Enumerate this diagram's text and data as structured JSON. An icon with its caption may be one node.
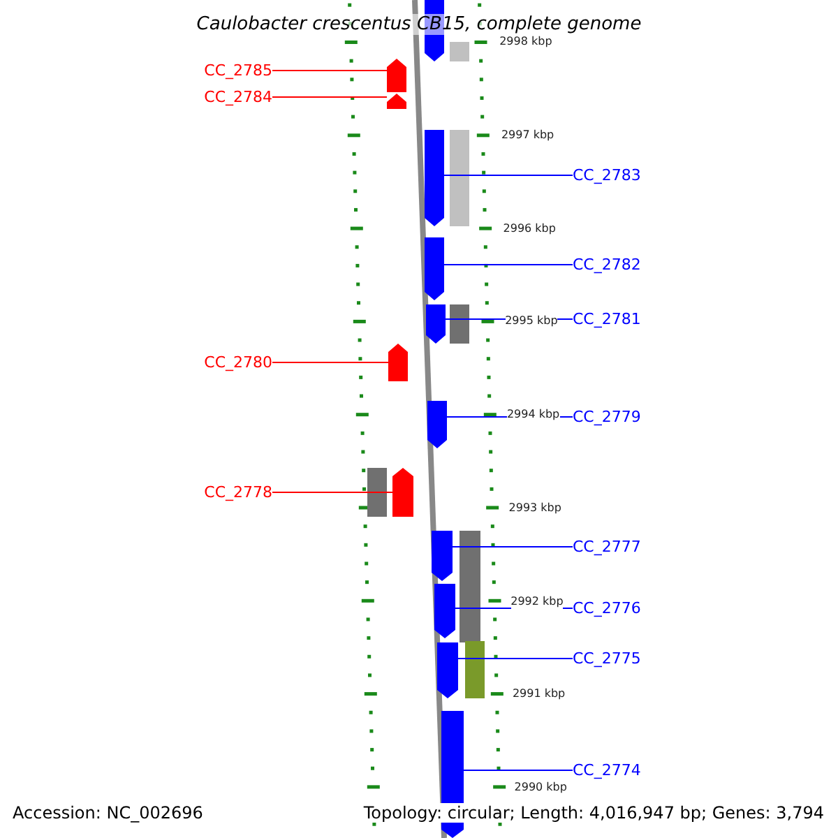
{
  "diagram": {
    "title": "Caulobacter crescentus CB15, complete genome",
    "nodes": [
      {
        "text": [
          "CC_2785"
        ]
      },
      {
        "text": [],
        "shape": "arrow"
      },
      {
        "text": [
          "CC_2784"
        ]
      },
      {
        "text": [],
        "shape": "arrow"
      },
      {
        "text": [
          "CC_2783"
        ]
      },
      {
        "text": [],
        "shape": "arrow"
      },
      {
        "text": [
          "CC_2782"
        ]
      },
      {
        "text": [],
        "shape": "arrow"
      },
      {
        "text": [
          "CC_2781"
        ]
      },
      {
        "text": [],
        "shape": "arrow"
      },
      {
        "text": [
          "CC_2780"
        ]
      },
      {
        "text": [],
        "shape": "arrow"
      },
      {
        "text": [
          "CC_2779"
        ]
      },
      {
        "text": [],
        "shape": "arrow"
      },
      {
        "text": [
          "CC_2778"
        ]
      },
      {
        "text": [],
        "shape": "arrow"
      },
      {
        "text": [
          "CC_2777"
        ]
      },
      {
        "text": [],
        "shape": "arrow"
      },
      {
        "text": [
          "CC_2776"
        ]
      },
      {
        "text": [],
        "shape": "arrow"
      },
      {
        "text": [
          "CC_2775"
        ]
      },
      {
        "text": [],
        "shape": "arrow"
      },
      {
        "text": [
          "CC_2774"
        ]
      },
      {
        "text": [],
        "shape": "arrow"
      },
      {
        "text": [],
        "shape": "arrow"
      },
      {
        "text": [],
        "shape": "bar"
      },
      {
        "text": [],
        "shape": "bar"
      },
      {
        "text": [],
        "shape": "bar"
      },
      {
        "text": [],
        "shape": "bar"
      },
      {
        "text": [],
        "shape": "bar"
      },
      {
        "text": [],
        "shape": "bar"
      }
    ],
    "edges": [
      {
        "from": 0,
        "to": 1,
        "arrow": "none",
        "color": "#ff0000"
      },
      {
        "from": 2,
        "to": 3,
        "arrow": "none",
        "color": "#ff0000"
      },
      {
        "from": 4,
        "to": 5,
        "arrow": "none"
      },
      {
        "from": 6,
        "to": 7,
        "arrow": "none"
      },
      {
        "from": 8,
        "to": 9,
        "arrow": "none"
      },
      {
        "from": 10,
        "to": 11,
        "arrow": "none",
        "color": "#ff0000"
      },
      {
        "from": 12,
        "to": 13,
        "arrow": "none"
      },
      {
        "from": 14,
        "to": 15,
        "arrow": "none",
        "color": "#ff0000"
      },
      {
        "from": 16,
        "to": 17,
        "arrow": "none"
      },
      {
        "from": 18,
        "to": 19,
        "arrow": "none"
      },
      {
        "from": 20,
        "to": 21,
        "arrow": "none"
      },
      {
        "from": 22,
        "to": 23,
        "arrow": "none"
      }
    ],
    "labels": [
      "2998 kbp",
      "2997 kbp",
      "2996 kbp",
      "2995 kbp",
      "2994 kbp",
      "2993 kbp",
      "2992 kbp",
      "2991 kbp",
      "2990 kbp",
      "Accession: NC_002696",
      "Topology: circular; Length: 4,016,947 bp; Genes: 3,794"
    ]
  }
}
